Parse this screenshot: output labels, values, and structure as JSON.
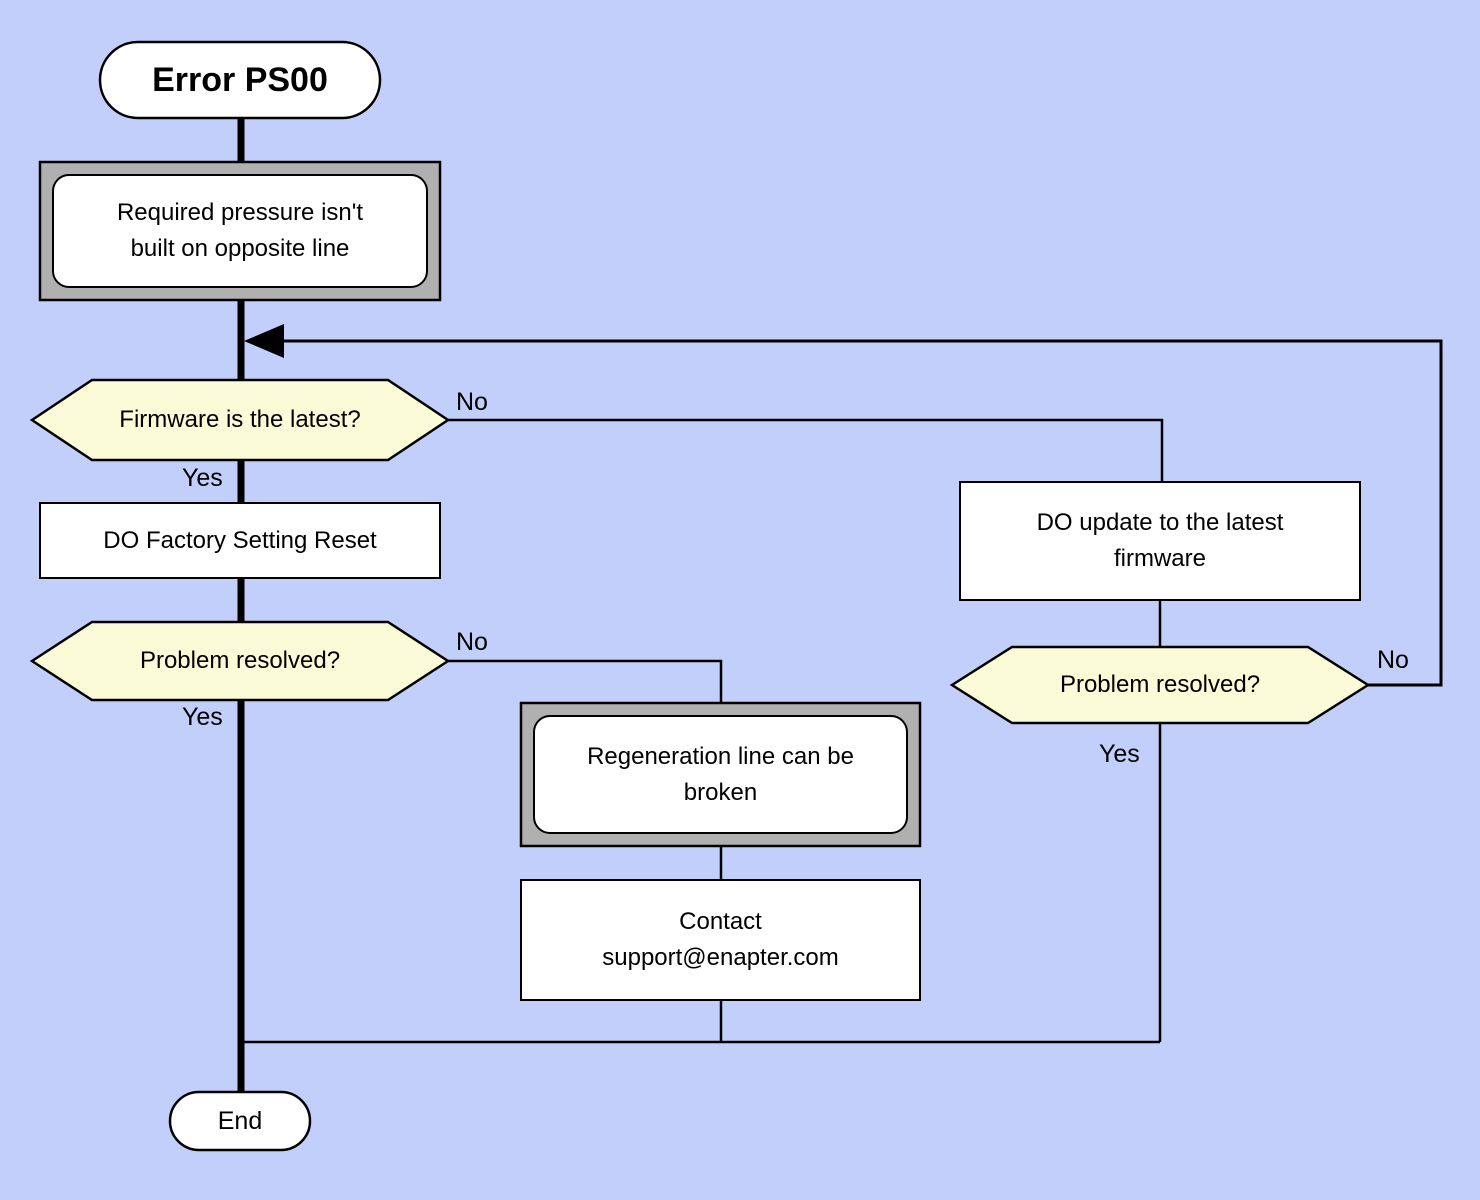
{
  "diagram": {
    "type": "flowchart",
    "title": "Error PS00",
    "colors": {
      "background": "#C2CFFA",
      "node_fill": "#FFFFFF",
      "decision_fill": "#FBFBD8",
      "frame_fill": "#B0B0B0",
      "line": "#000000"
    },
    "nodes": {
      "start": {
        "shape": "terminator",
        "label": "Error PS00"
      },
      "pressure": {
        "shape": "framed-process",
        "label": "Required pressure isn't built on opposite line"
      },
      "firmware": {
        "shape": "decision",
        "label": "Firmware is the latest?"
      },
      "factory_reset": {
        "shape": "process",
        "label": "DO Factory Setting Reset"
      },
      "problem_left": {
        "shape": "decision",
        "label": "Problem resolved?"
      },
      "regeneration": {
        "shape": "framed-process",
        "label": "Regeneration line can be broken"
      },
      "contact": {
        "shape": "process",
        "label": "Contact support@enapter.com"
      },
      "update": {
        "shape": "process",
        "label": "DO update to the latest firmware"
      },
      "problem_right": {
        "shape": "decision",
        "label": "Problem resolved?"
      },
      "end": {
        "shape": "terminator",
        "label": "End"
      }
    },
    "edge_labels": {
      "firmware_no": "No",
      "firmware_yes": "Yes",
      "problem_left_no": "No",
      "problem_left_yes": "Yes",
      "problem_right_no": "No",
      "problem_right_yes": "Yes"
    }
  }
}
